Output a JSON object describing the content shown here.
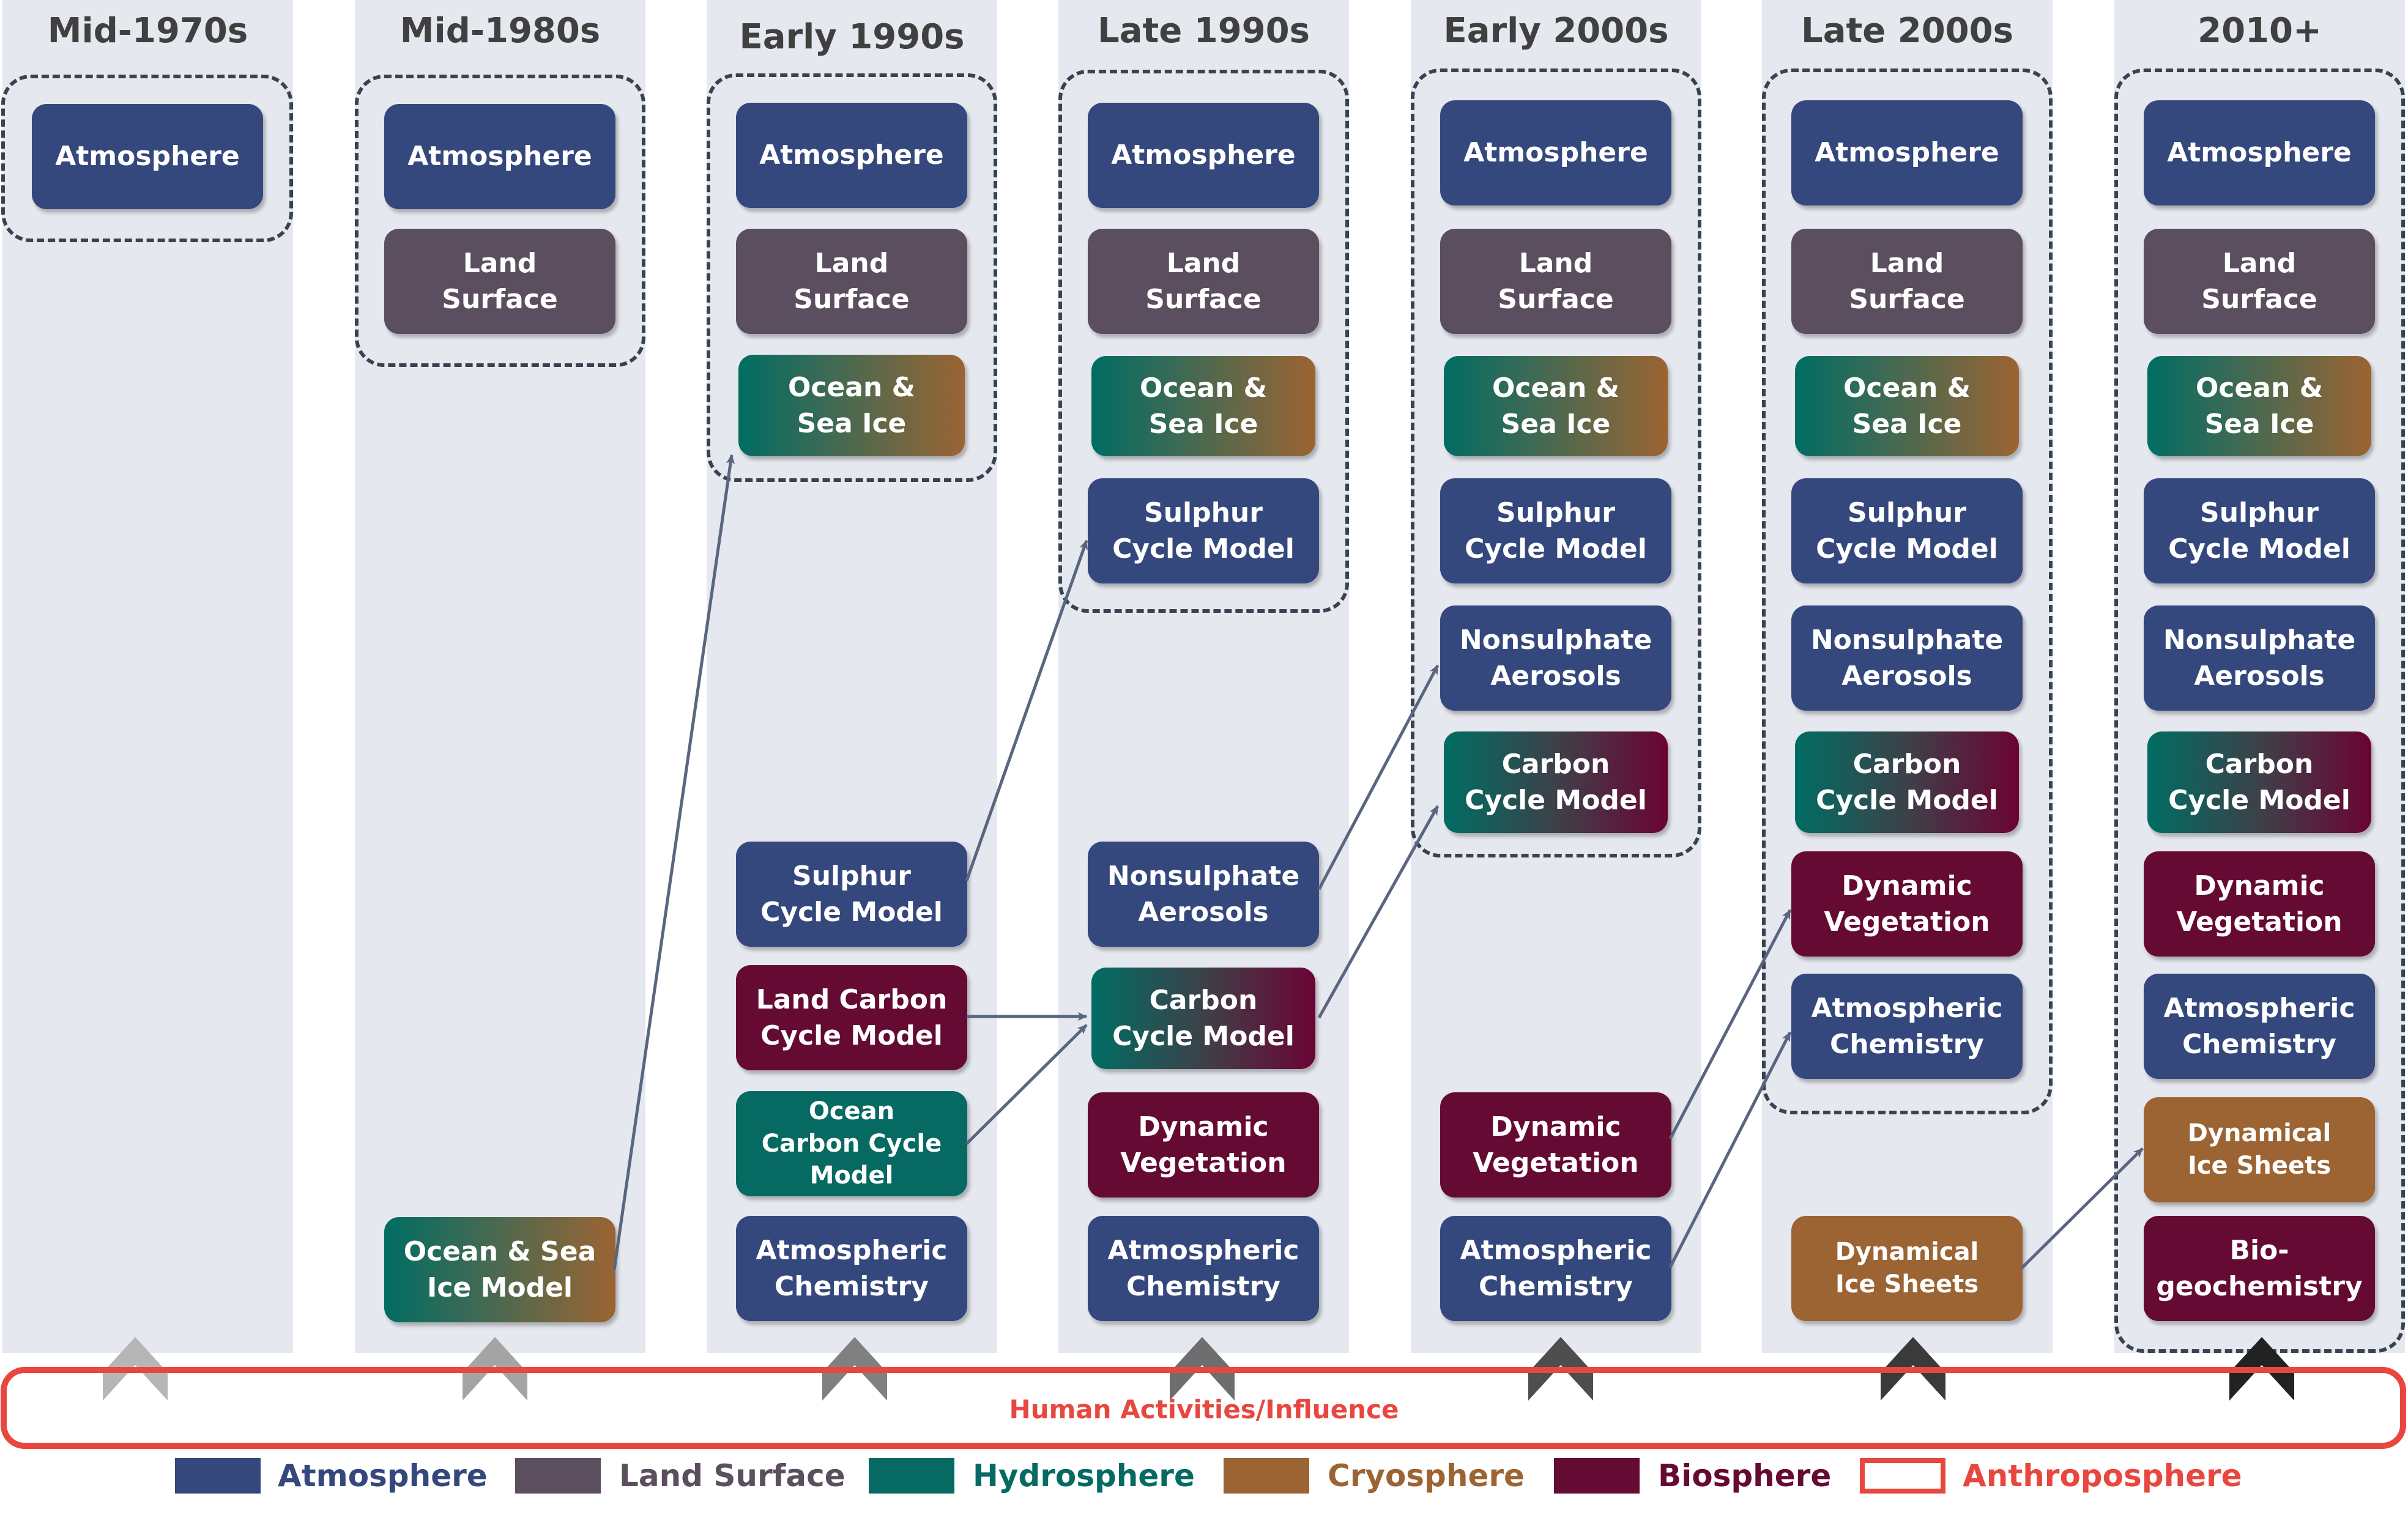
{
  "columns": [
    {
      "title": "Mid-1970s"
    },
    {
      "title": "Mid-1980s"
    },
    {
      "title": "Early 1990s"
    },
    {
      "title": "Late 1990s"
    },
    {
      "title": "Early 2000s"
    },
    {
      "title": "Late 2000s"
    },
    {
      "title": "2010+"
    }
  ],
  "labels": {
    "atmosphere": "Atmosphere",
    "land_surface": "Land\nSurface",
    "ocean_sea_ice": "Ocean &\nSea Ice",
    "sulphur": "Sulphur\nCycle Model",
    "nonsulphate": "Nonsulphate\nAerosols",
    "carbon": "Carbon\nCycle Model",
    "dyn_veg": "Dynamic\nVegetation",
    "atm_chem": "Atmospheric\nChemistry",
    "ocean_sea_ice_model": "Ocean & Sea\nIce Model",
    "land_carbon": "Land Carbon\nCycle Model",
    "ocean_carbon": "Ocean\nCarbon Cycle\nModel",
    "dyn_ice": "Dynamical\nIce Sheets",
    "biogeo": "Bio-\ngeochemistry"
  },
  "human": "Human Activities/Influence",
  "legend": [
    {
      "label": "Atmosphere",
      "color": "#35487d"
    },
    {
      "label": "Land Surface",
      "color": "#5b4e5e"
    },
    {
      "label": "Hydrosphere",
      "color": "#066a63"
    },
    {
      "label": "Cryosphere",
      "color": "#9c6333"
    },
    {
      "label": "Biosphere",
      "color": "#650a33"
    },
    {
      "label": "Anthroposphere",
      "color": "#e8473f"
    }
  ],
  "colors": {
    "atmosphere": "#35487d",
    "land_surface": "#5b4e5e",
    "hydrosphere": "#066a63",
    "cryosphere": "#9c6333",
    "biosphere": "#650a33",
    "anthroposphere": "#e8473f"
  }
}
